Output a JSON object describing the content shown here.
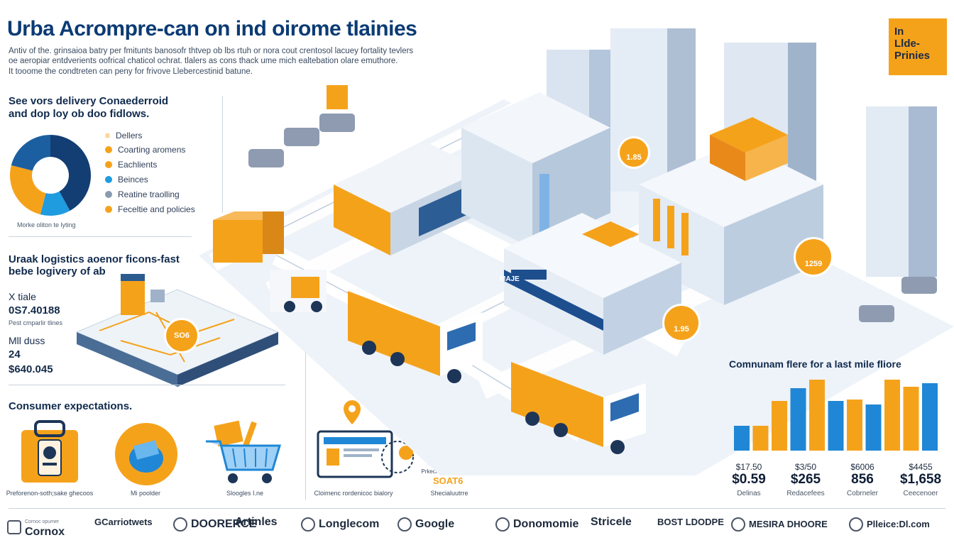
{
  "header": {
    "title": "Urba Acrompre-can on ind oirome tlainies",
    "intro": [
      "Antiv of the. grinsaioa batry per fmitunts banosofr thtvep ob lbs rtuh or nora cout crentosol lacuey fortality tevlers",
      "oe aeropiar entdverients oofrical chaticol ochrat. tlalers as cons thack ume mich ealtebation olare emuthore.",
      "It tooome the condtreten can peny for frivove Llebercestinid batune."
    ],
    "badge": [
      "In",
      "Llde-",
      "Prinies"
    ]
  },
  "delivery": {
    "heading": [
      "See vors delivery Conaederroid",
      "and dop loy ob doo fidlows."
    ],
    "legend_title": "Dellers",
    "legend": [
      {
        "label": "Coarting aromens",
        "color": "#f5a21b"
      },
      {
        "label": "Eachlients",
        "color": "#f5a21b"
      },
      {
        "label": "Beinces",
        "color": "#1f9be0"
      },
      {
        "label": "Reatine traolling",
        "color": "#8a9bb0"
      },
      {
        "label": "Feceltie and policies",
        "color": "#f5a21b"
      }
    ],
    "caption": "Morke oliton te lyting",
    "donut": [
      {
        "value": 42,
        "color": "#123e73"
      },
      {
        "value": 12,
        "color": "#1f9be0"
      },
      {
        "value": 25,
        "color": "#f5a21b"
      },
      {
        "value": 21,
        "color": "#1c5fa0"
      }
    ]
  },
  "logistics": {
    "heading": [
      "Uraak logistics aoenor ficons-fast",
      "bebe logivery of ab"
    ],
    "stat1_label": "X tiale",
    "stat1_value": "0S7.40188",
    "stat1_sub": "Pest cmparlir tlines",
    "stat2_label": "Mll duss",
    "stat2_value": "24",
    "stat3_value": "$640.045",
    "pin_text": "SO6"
  },
  "consumer": {
    "heading": "Consumer expectations.",
    "items": [
      {
        "caption": "Preforenon-soth;sake ghecoos"
      },
      {
        "caption": "Mi poolder"
      },
      {
        "caption": "Sloogles I.ne"
      },
      {
        "caption": "Cloimenc rordenicoc bialory"
      }
    ],
    "receipt_title": "Prkecie Mullaonl Lheier",
    "receipt_value": "SOAT6",
    "receipt_sub": "Shecialuutrre"
  },
  "map_prices": [
    "1.85",
    "1259",
    "1.95"
  ],
  "store_sign": "MAJE",
  "comparison": {
    "title": "Comnunam flere for a last mile fliore",
    "groups": [
      {
        "top": "$17.50",
        "value": "$0.59",
        "sub": "Delinas"
      },
      {
        "top": "$3/50",
        "value": "$265",
        "sub": "Redacefees"
      },
      {
        "top": "$6006",
        "value": "856",
        "sub": "Cobrneler"
      },
      {
        "top": "$4455",
        "value": "$1,658",
        "sub": "Ceecenoer"
      }
    ],
    "bars": [
      {
        "value": 35,
        "color": "#1f87d6"
      },
      {
        "value": 35,
        "color": "#f5a21b"
      },
      {
        "value": 70,
        "color": "#f5a21b"
      },
      {
        "value": 88,
        "color": "#1f87d6"
      },
      {
        "value": 100,
        "color": "#f5a21b"
      },
      {
        "value": 70,
        "color": "#1f87d6"
      },
      {
        "value": 72,
        "color": "#f5a21b"
      },
      {
        "value": 65,
        "color": "#1f87d6"
      },
      {
        "value": 100,
        "color": "#f5a21b"
      },
      {
        "value": 90,
        "color": "#f5a21b"
      },
      {
        "value": 95,
        "color": "#1f87d6"
      }
    ]
  },
  "partners": [
    {
      "name": "Cornox",
      "small": "Cornoc opumer",
      "icon": "shield-logo-icon"
    },
    {
      "name": "GCarriotwets",
      "icon": "none"
    },
    {
      "name": "DOORERCE",
      "icon": "gear-logo-icon"
    },
    {
      "name": "Artinles",
      "icon": "none"
    },
    {
      "name": "Longlecom",
      "icon": "drop-logo-icon"
    },
    {
      "name": "Google",
      "icon": "doc-logo-icon"
    },
    {
      "name": "Donomomie",
      "icon": "link-logo-icon"
    },
    {
      "name": "Stricele",
      "icon": "none"
    },
    {
      "name": "BOST LDODPE",
      "icon": "none"
    },
    {
      "name": "MESIRA DHOORE",
      "icon": "grid-logo-icon"
    },
    {
      "name": "Plleice:Dl.com",
      "icon": "circle-logo-icon"
    }
  ]
}
